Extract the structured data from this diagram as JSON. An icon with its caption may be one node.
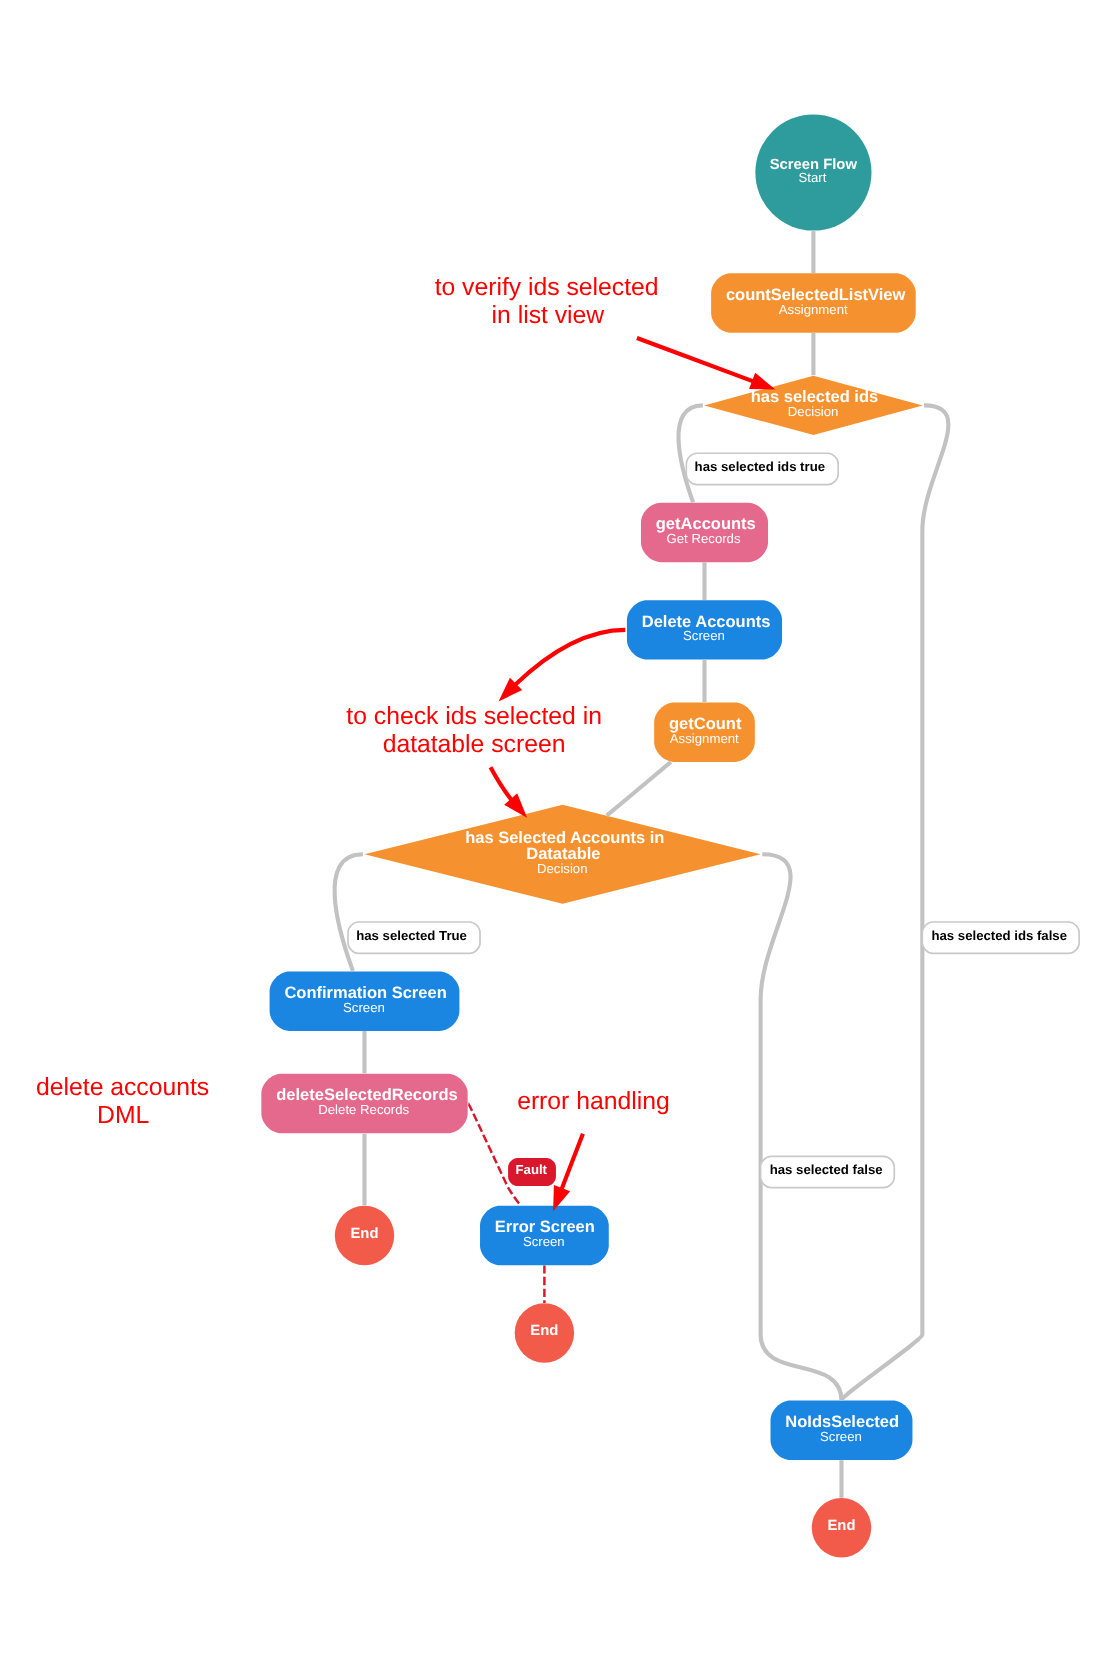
{
  "diagram": {
    "nodes": [
      {
        "text": [
          "Screen Flow",
          "Start"
        ]
      },
      {
        "text": [
          "to verify ids selected in list view"
        ]
      },
      {
        "text": [
          "countSelectedListView",
          "Assignment"
        ]
      },
      {
        "text": [
          "has selected ids",
          "Decision"
        ]
      },
      {
        "text": [
          "getAccounts",
          "Get Records"
        ]
      },
      {
        "text": [
          "Delete Accounts",
          "Screen"
        ]
      },
      {
        "text": [
          "to check ids selected in datatable screen"
        ]
      },
      {
        "text": [
          "getCount",
          "Assignment"
        ]
      },
      {
        "text": [
          "has Selected Accounts in Datatable",
          "Decision"
        ]
      },
      {
        "text": [
          "Confirmation Screen",
          "Screen"
        ]
      },
      {
        "text": [
          "error handling"
        ]
      },
      {
        "text": [
          "deleteSelectedRecords",
          "Delete Records"
        ]
      },
      {
        "text": [
          "End"
        ]
      },
      {
        "text": [
          "Error Screen",
          "Screen"
        ]
      },
      {
        "text": [
          "End"
        ]
      },
      {
        "text": [
          "NoIdsSelected",
          "Screen"
        ]
      },
      {
        "text": [
          "End"
        ]
      }
    ],
    "edges": [
      {
        "from": 0,
        "to": 2,
        "arrow": "none"
      },
      {
        "from": 1,
        "to": 3,
        "arrow": "to",
        "color": "#ff0000"
      },
      {
        "from": 2,
        "to": 3,
        "arrow": "none"
      },
      {
        "from": 3,
        "to": 4,
        "arrow": "none",
        "label": "has selected ids true"
      },
      {
        "from": 3,
        "to": 15,
        "arrow": "none",
        "label": "has selected ids false"
      },
      {
        "from": 4,
        "to": 5,
        "arrow": "none"
      },
      {
        "from": 5,
        "to": 6,
        "arrow": "to",
        "color": "#ff0000"
      },
      {
        "from": 5,
        "to": 7,
        "arrow": "none"
      },
      {
        "from": 6,
        "to": 8,
        "arrow": "to",
        "color": "#ff0000"
      },
      {
        "from": 7,
        "to": 8,
        "arrow": "none"
      },
      {
        "from": 8,
        "to": 9,
        "arrow": "none",
        "label": "has selected True"
      },
      {
        "from": 8,
        "to": 15,
        "arrow": "none",
        "label": "has selected false"
      },
      {
        "from": 9,
        "to": 11,
        "arrow": "none"
      },
      {
        "from": 11,
        "to": 12,
        "arrow": "none"
      },
      {
        "from": 11,
        "to": 13,
        "arrow": "none",
        "label": "Fault",
        "style": "dashed",
        "color": "#d9182e"
      },
      {
        "from": 13,
        "to": 14,
        "arrow": "none",
        "style": "dashed",
        "color": "#d9182e"
      },
      {
        "from": 10,
        "to": 13,
        "arrow": "to",
        "color": "#ff0000"
      },
      {
        "from": 15,
        "to": 16,
        "arrow": "none"
      }
    ],
    "labels": [
      "delete accounts DML"
    ]
  }
}
